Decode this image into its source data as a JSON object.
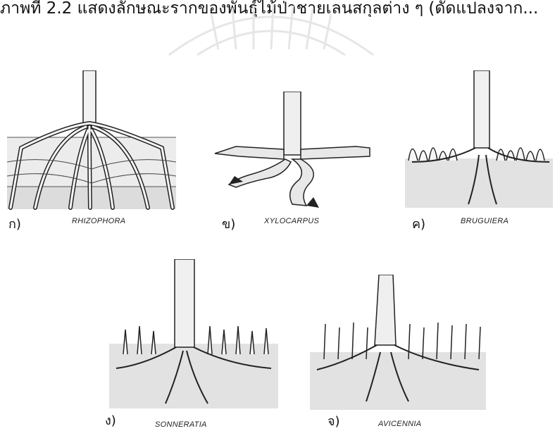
{
  "header": {
    "text": "ภาพที่ 2.2 แสดงลักษณะรากของพันธุ์ไม้ป่าชายเลนสกุลต่าง ๆ (ดัดแปลงจาก..."
  },
  "panels": [
    {
      "letter": "ก)",
      "genus": "RHIZOPHORA"
    },
    {
      "letter": "ข)",
      "genus": "XYLOCARPUS"
    },
    {
      "letter": "ค)",
      "genus": "BRUGUIERA"
    },
    {
      "letter": "ง)",
      "genus": "SONNERATIA"
    },
    {
      "letter": "จ)",
      "genus": "AVICENNIA"
    }
  ],
  "colors": {
    "ink": "#1a1a1a",
    "soil": "#d9d9d9",
    "root": "#f4f4f4"
  }
}
